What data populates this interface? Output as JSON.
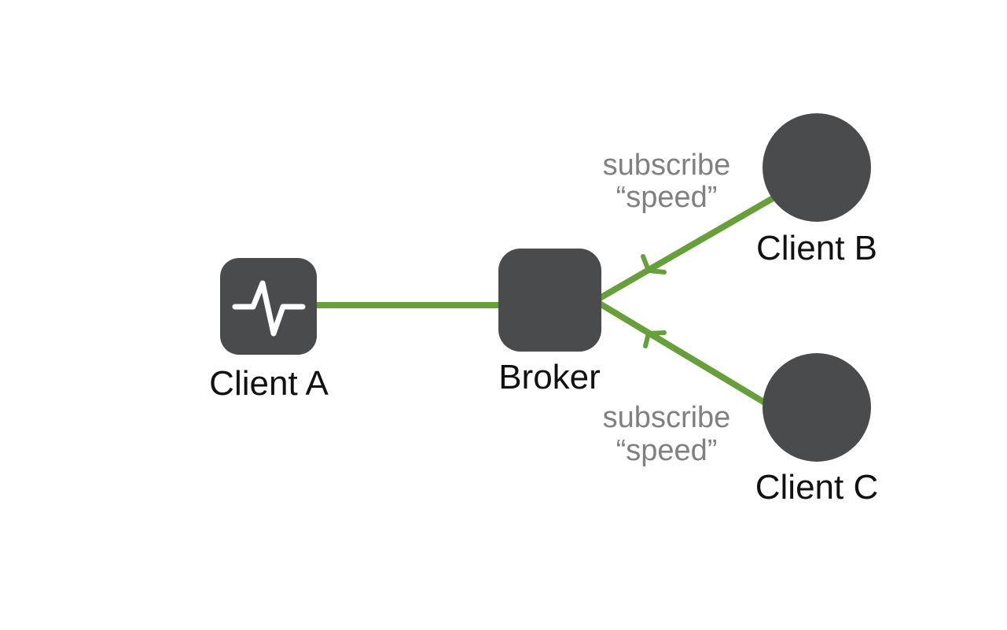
{
  "colors": {
    "node_fill": "#4a4b4d",
    "edge": "#67a03a",
    "icon": "#ffffff",
    "node_label": "#111111",
    "edge_label": "#808080"
  },
  "nodes": {
    "client_a": {
      "label": "Client A",
      "icon": "pulse-icon"
    },
    "broker": {
      "label": "Broker"
    },
    "client_b": {
      "label": "Client B"
    },
    "client_c": {
      "label": "Client C"
    }
  },
  "edges": {
    "b_to_broker": {
      "label_line1": "subscribe",
      "label_line2": "“speed”"
    },
    "c_to_broker": {
      "label_line1": "subscribe",
      "label_line2": "“speed”"
    }
  }
}
